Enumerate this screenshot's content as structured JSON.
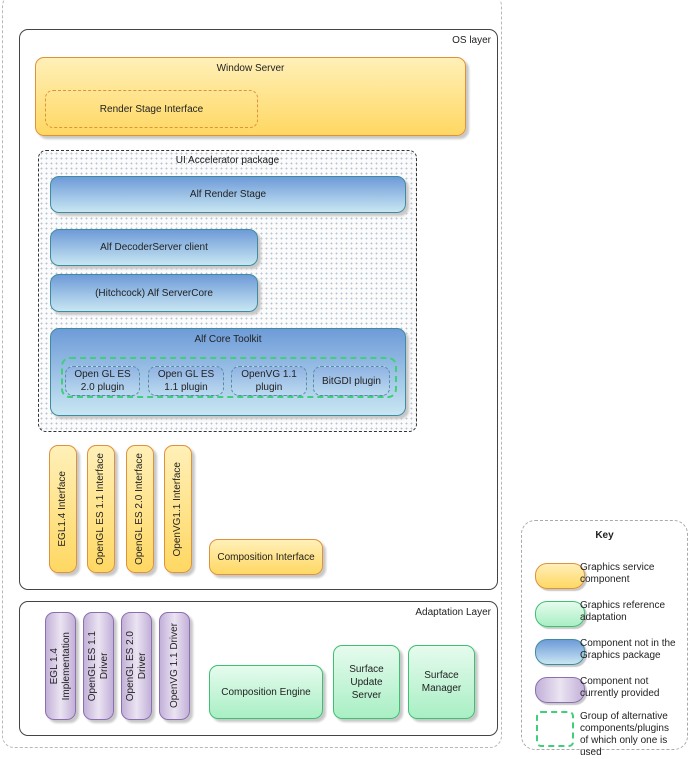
{
  "os_layer": {
    "label": "OS layer",
    "window_server": {
      "title": "Window Server",
      "render_stage_interface": "Render Stage Interface"
    },
    "ui_accelerator_package": {
      "label": "UI Accelerator package",
      "alf_render_stage": "Alf Render Stage",
      "alf_decoderserver_client": "Alf DecoderServer client",
      "alf_servercore": "(Hitchcock) Alf ServerCore",
      "alf_core_toolkit": {
        "title": "Alf Core Toolkit",
        "plugins": [
          "Open GL ES\n2.0 plugin",
          "Open GL ES\n1.1 plugin",
          "OpenVG 1.1\nplugin",
          "BitGDI plugin"
        ]
      }
    },
    "interfaces": [
      "EGL1.4 Interface",
      "OpenGL ES 1.1 Interface",
      "OpenGL ES 2.0 Interface",
      "OpenVG1.1 Interface"
    ],
    "composition_interface": "Composition Interface"
  },
  "adaptation_layer": {
    "label": "Adaptation Layer",
    "drivers": [
      "EGL 1.4\nImplementation",
      "OpenGL ES 1.1\nDriver",
      "OpenGL ES 2.0\nDriver",
      "OpenVG 1.1 Driver"
    ],
    "composition_engine": "Composition Engine",
    "surface_update_server": "Surface\nUpdate\nServer",
    "surface_manager": "Surface\nManager"
  },
  "key": {
    "title": "Key",
    "items": [
      {
        "type": "graphics-service",
        "label": "Graphics service\ncomponent",
        "color": "#ffd863"
      },
      {
        "type": "graphics-reference",
        "label": "Graphics reference\nadaptation",
        "color": "#a8efc4"
      },
      {
        "type": "not-in-package",
        "label": "Component not in the\nGraphics package",
        "color": "#6e9bd8"
      },
      {
        "type": "not-provided",
        "label": "Component not\ncurrently provided",
        "color": "#c2b0d8"
      },
      {
        "type": "alternative-group",
        "label": "Group of alternative\ncomponents/plugins\nof which only one is\nused",
        "color": "#3fcf78"
      }
    ]
  }
}
